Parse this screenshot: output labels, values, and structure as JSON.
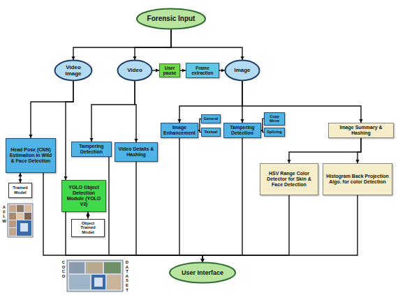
{
  "diagram": {
    "nodes": [
      {
        "text": [
          "Forensic Input"
        ]
      },
      {
        "text": [
          "Video Image"
        ]
      },
      {
        "text": [
          "Video"
        ]
      },
      {
        "text": [
          "User pause"
        ]
      },
      {
        "text": [
          "Frame extraction"
        ]
      },
      {
        "text": [
          "Image"
        ]
      },
      {
        "text": [
          "Head Pose (CNN) Estimation in Wild & Face Detection"
        ]
      },
      {
        "text": [
          "Trained Model"
        ]
      },
      {
        "text": [
          "YOLO Object Detection Module (YOLO V3)"
        ]
      },
      {
        "text": [
          "Object Trained Model"
        ]
      },
      {
        "text": [
          "Tampering Detection"
        ]
      },
      {
        "text": [
          "Video Details & Hashing"
        ]
      },
      {
        "text": [
          "Image Enhancement"
        ]
      },
      {
        "text": [
          "General"
        ]
      },
      {
        "text": [
          "Textual"
        ]
      },
      {
        "text": [
          "Tampering Detection"
        ]
      },
      {
        "text": [
          "Copy Move"
        ]
      },
      {
        "text": [
          "Splicing"
        ]
      },
      {
        "text": [
          "Image Summary & Hashing"
        ]
      },
      {
        "text": [
          "HSV Range Color Detector for Skin & Face Detection"
        ]
      },
      {
        "text": [
          "Histogram Back Projection Algo. for color Detection"
        ]
      },
      {
        "text": [
          "User Interface"
        ]
      }
    ],
    "edges": [
      {
        "from": 0,
        "to": 1,
        "arrow": "to"
      },
      {
        "from": 0,
        "to": 2,
        "arrow": "to"
      },
      {
        "from": 0,
        "to": 5,
        "arrow": "to"
      },
      {
        "from": 2,
        "to": 3,
        "arrow": "to"
      },
      {
        "from": 3,
        "to": 4,
        "arrow": "to"
      },
      {
        "from": 4,
        "to": 5,
        "arrow": "to"
      },
      {
        "from": 1,
        "to": 6,
        "arrow": "to"
      },
      {
        "from": 1,
        "to": 8,
        "arrow": "to"
      },
      {
        "from": 6,
        "to": 7,
        "arrow": "both"
      },
      {
        "from": 8,
        "to": 9,
        "arrow": "both"
      },
      {
        "from": 2,
        "to": 10,
        "arrow": "to"
      },
      {
        "from": 2,
        "to": 11,
        "arrow": "to"
      },
      {
        "from": 5,
        "to": 12,
        "arrow": "to"
      },
      {
        "from": 12,
        "to": 13,
        "arrow": "none"
      },
      {
        "from": 12,
        "to": 14,
        "arrow": "none"
      },
      {
        "from": 5,
        "to": 15,
        "arrow": "to"
      },
      {
        "from": 15,
        "to": 16,
        "arrow": "none"
      },
      {
        "from": 15,
        "to": 17,
        "arrow": "none"
      },
      {
        "from": 5,
        "to": 18,
        "arrow": "to"
      },
      {
        "from": 18,
        "to": 19,
        "arrow": "to"
      },
      {
        "from": 18,
        "to": 20,
        "arrow": "to"
      },
      {
        "from": 6,
        "to": 21,
        "arrow": "to"
      },
      {
        "from": 8,
        "to": 21,
        "arrow": "to"
      },
      {
        "from": 10,
        "to": 21,
        "arrow": "to"
      },
      {
        "from": 11,
        "to": 21,
        "arrow": "to"
      },
      {
        "from": 12,
        "to": 21,
        "arrow": "to"
      },
      {
        "from": 15,
        "to": 21,
        "arrow": "to"
      },
      {
        "from": 19,
        "to": 21,
        "arrow": "to"
      },
      {
        "from": 20,
        "to": 21,
        "arrow": "to"
      }
    ],
    "labels": [
      "AFLW",
      "COCO",
      "DATASET"
    ]
  }
}
